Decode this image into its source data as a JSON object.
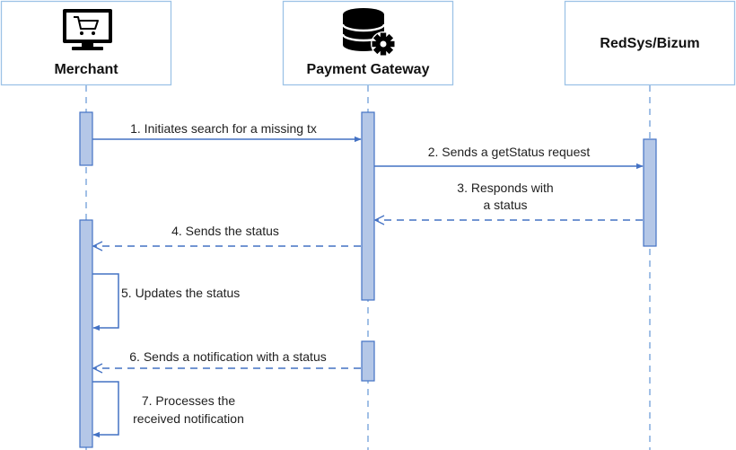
{
  "actors": [
    {
      "name": "Merchant",
      "icon": "shopping-cart-monitor-icon"
    },
    {
      "name": "Payment Gateway",
      "icon": "database-gear-icon"
    },
    {
      "name": "RedSys/Bizum",
      "icon": ""
    }
  ],
  "messages": [
    {
      "lines": [
        "1. Initiates search for a missing tx"
      ],
      "from": "Merchant",
      "to": "Payment Gateway",
      "style": "solid"
    },
    {
      "lines": [
        "2. Sends a getStatus request"
      ],
      "from": "Payment Gateway",
      "to": "RedSys/Bizum",
      "style": "solid"
    },
    {
      "lines": [
        "3. Responds with",
        "a status"
      ],
      "from": "RedSys/Bizum",
      "to": "Payment Gateway",
      "style": "dashed"
    },
    {
      "lines": [
        "4. Sends the status"
      ],
      "from": "Payment Gateway",
      "to": "Merchant",
      "style": "dashed"
    },
    {
      "lines": [
        "5. Updates the status"
      ],
      "from": "Merchant",
      "to": "Merchant",
      "style": "solid"
    },
    {
      "lines": [
        "6. Sends a notification with a status"
      ],
      "from": "Payment Gateway",
      "to": "Merchant",
      "style": "dashed"
    },
    {
      "lines": [
        "7. Processes the",
        "received notification"
      ],
      "from": "Merchant",
      "to": "Merchant",
      "style": "solid"
    }
  ],
  "colors": {
    "line": "#4472c4",
    "activation_fill": "#b4c7e7",
    "actor_border": "#9dc3e6",
    "lifeline": "#6f9fd8",
    "icon": "#000000",
    "text": "#1f1f1f"
  }
}
